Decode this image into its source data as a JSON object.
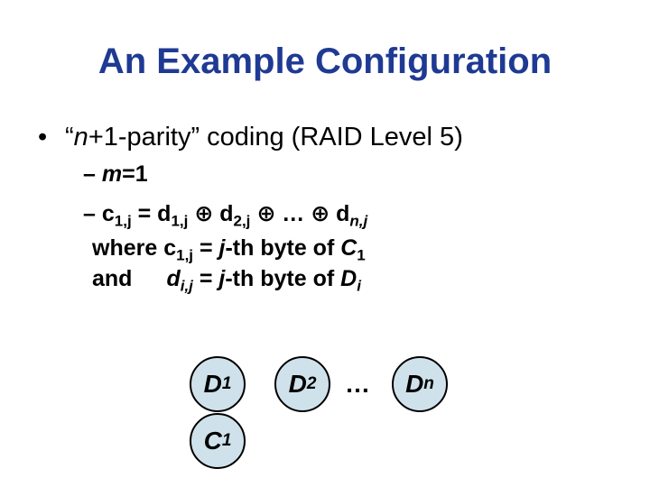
{
  "title": "An Example Configuration",
  "bullet_char": "•",
  "bullet": {
    "q_open": "“",
    "n": "n",
    "rest": "+1-parity” coding (RAID Level 5)"
  },
  "dash": "–",
  "m_line": {
    "m": "m",
    "eq": "=1"
  },
  "formula": {
    "c": "c",
    "c_sub": "1,j",
    "eq": " = ",
    "d1": "d",
    "d1_sub": "1,j",
    "xor1": " ⊕ ",
    "d2": "d",
    "d2_sub": "2,j",
    "xor2": " ⊕ … ⊕ ",
    "dn": "d",
    "dn_sub": "n,j"
  },
  "where_line": {
    "prefix": "where c",
    "c_sub": "1,j",
    "eq": " = ",
    "j": "j",
    "mid": "-th byte of ",
    "C": "C",
    "C_sub": "1"
  },
  "and_line": {
    "and": "and",
    "d": "d",
    "d_sub": "i,j",
    "eq": " = ",
    "j": "j",
    "mid": "-th byte of ",
    "D": "D",
    "D_sub": "i"
  },
  "disks": {
    "d1": {
      "letter": "D",
      "sub": "1"
    },
    "d2": {
      "letter": "D",
      "sub": "2"
    },
    "ellipsis": "…",
    "dn": {
      "letter": "D",
      "sub": "n"
    },
    "c1": {
      "letter": "C",
      "sub": "1"
    }
  },
  "colors": {
    "title": "#1f3a93",
    "disk_fill": "#cfe2ec"
  }
}
